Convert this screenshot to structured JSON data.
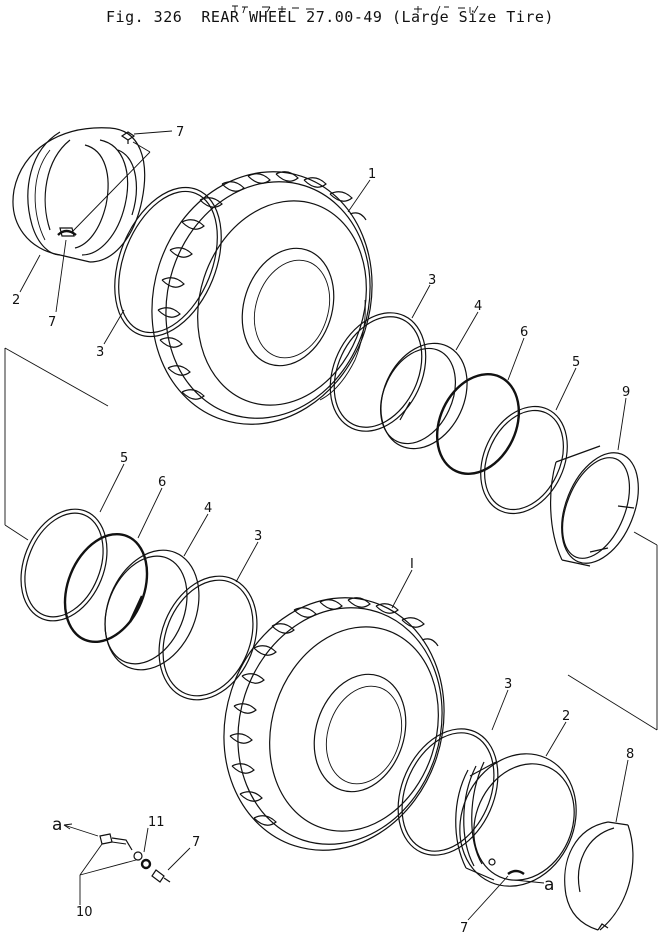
{
  "figure": {
    "title": "Fig. 326  REAR WHEEL 27.00-49 (Large Size Tire)"
  },
  "callouts": [
    {
      "id": "c7-top",
      "text": "7"
    },
    {
      "id": "c1-top",
      "text": "1"
    },
    {
      "id": "c2-left",
      "text": "2"
    },
    {
      "id": "c7-left",
      "text": "7"
    },
    {
      "id": "c3-left",
      "text": "3"
    },
    {
      "id": "c3-mid",
      "text": "3"
    },
    {
      "id": "c4-mid",
      "text": "4"
    },
    {
      "id": "c6-mid",
      "text": "6"
    },
    {
      "id": "c5-mid",
      "text": "5"
    },
    {
      "id": "c9",
      "text": "9"
    },
    {
      "id": "c5-low",
      "text": "5"
    },
    {
      "id": "c6-low",
      "text": "6"
    },
    {
      "id": "c4-low",
      "text": "4"
    },
    {
      "id": "c3-low",
      "text": "3"
    },
    {
      "id": "c1-low",
      "text": "I"
    },
    {
      "id": "c3-bot",
      "text": "3"
    },
    {
      "id": "c2-bot",
      "text": "2"
    },
    {
      "id": "c8",
      "text": "8"
    },
    {
      "id": "c11",
      "text": "11"
    },
    {
      "id": "c7-valve",
      "text": "7"
    },
    {
      "id": "c10",
      "text": "10"
    },
    {
      "id": "c7-bot",
      "text": "7"
    },
    {
      "id": "ca-left",
      "text": "a"
    },
    {
      "id": "ca-right",
      "text": "a"
    }
  ]
}
